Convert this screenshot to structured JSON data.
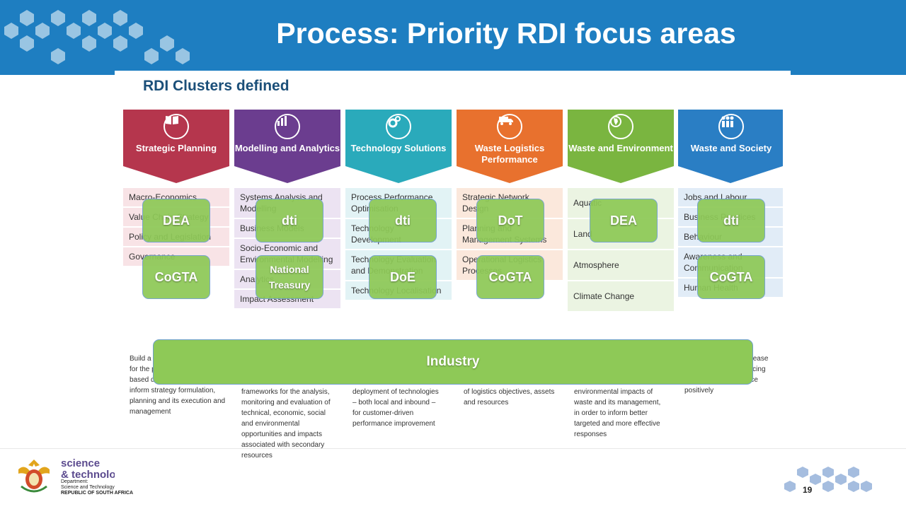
{
  "slide": {
    "title": "Process: Priority RDI focus areas",
    "page_number": "19"
  },
  "panel": {
    "heading": "RDI Clusters defined"
  },
  "colors": {
    "header": "#1e7ec1",
    "overlay": "#8ec957"
  },
  "clusters": [
    {
      "name": "Strategic Planning",
      "color": "#b5364d",
      "bg": "#f8e3e6",
      "icon": "book-icon",
      "items": [
        "Macro-Economics",
        "Value Chain Strategy",
        "Policy and Legislation",
        "Governance"
      ],
      "description": "Build a ... basis a... strategi... for the purposes of evidence-based decision-making to inform strategy formulation, planning and its execution and management"
    },
    {
      "name": "Modelling and Analytics",
      "color": "#6b3d8f",
      "bg": "#ece3f2",
      "icon": "chart-icon",
      "items": [
        "Systems Analysis and Modelling",
        "Business Models",
        "Socio-Economic and Environmental Modelling",
        "Analytics",
        "Impact Assessment"
      ],
      "description": "frameworks for the analysis, monitoring and evaluation of technical, economic, social and environmental opportunities and impacts associated with secondary resources"
    },
    {
      "name": "Technology Solutions",
      "color": "#2aaabb",
      "bg": "#e2f3f5",
      "icon": "gears-icon",
      "items": [
        "Process Performance Optimisation",
        "Technology Development",
        "Technology Evaluation and Demonstration",
        "Technology Localisation"
      ],
      "description": "deployment of technologies – both local and inbound – for customer-driven performance improvement"
    },
    {
      "name": "Waste Logistics Performance",
      "color": "#e8712e",
      "bg": "#fbe8dc",
      "icon": "truck-icon",
      "items": [
        "Strategic Network Design",
        "Planning and Management Systems",
        "Operational Logistics Processes"
      ],
      "description": "of logistics objectives, assets and resources"
    },
    {
      "name": "Waste and Environment",
      "color": "#7ab540",
      "bg": "#ebf4e2",
      "icon": "globe-icon",
      "items": [
        "Aquatic",
        "Land",
        "Atmosphere",
        "Climate Change"
      ],
      "description": "environmental impacts of waste and its management, in order to inform better targeted and more effective responses"
    },
    {
      "name": "Waste and Society",
      "color": "#2a7ec4",
      "bg": "#e1ecf7",
      "icon": "people-icon",
      "items": [
        "Jobs and Labour",
        "Business Practices",
        "Behaviour",
        "Awareness and Communication",
        "Human Health"
      ],
      "description": "...ng of ...reats, to increase the success of influencing perception and practice positively"
    }
  ],
  "overlays": {
    "dea_1": "DEA",
    "cogta_1": "CoGTA",
    "dti_1": "dti",
    "national_treasury": "National Treasury",
    "dti_2": "dti",
    "doe": "DoE",
    "dot": "DoT",
    "cogta_2": "CoGTA",
    "dea_2": "DEA",
    "dti_3": "dti",
    "cogta_3": "CoGTA",
    "industry": "Industry"
  },
  "footer": {
    "logo_text_1": "science",
    "logo_text_2": "& technolo",
    "dept_line_1": "Department:",
    "dept_line_2": "Science and Technology",
    "dept_line_3": "REPUBLIC OF SOUTH AFRICA"
  }
}
